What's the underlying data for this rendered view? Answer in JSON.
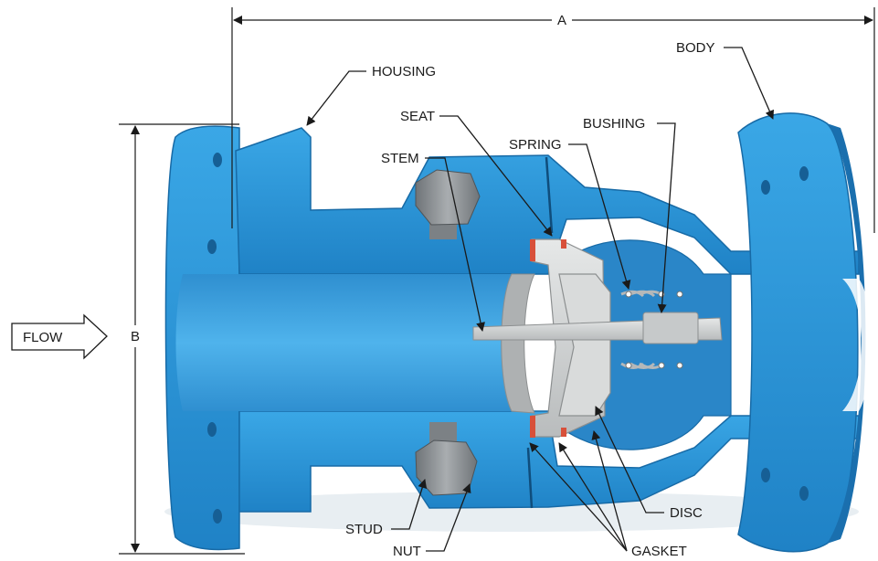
{
  "labels": {
    "housing": "HOUSING",
    "body": "BODY",
    "seat": "SEAT",
    "stem": "STEM",
    "spring": "SPRING",
    "bushing": "BUSHING",
    "disc": "DISC",
    "stud": "STUD",
    "nut": "NUT",
    "gasket": "GASKET",
    "flow": "FLOW",
    "dim_a": "A",
    "dim_b": "B"
  },
  "colors": {
    "valve_body": "#2e9ad8",
    "valve_body_dark": "#1a6fae",
    "metal_parts": "#cfd1d1",
    "gasket": "#d8503a",
    "fastener": "#8e9296"
  }
}
